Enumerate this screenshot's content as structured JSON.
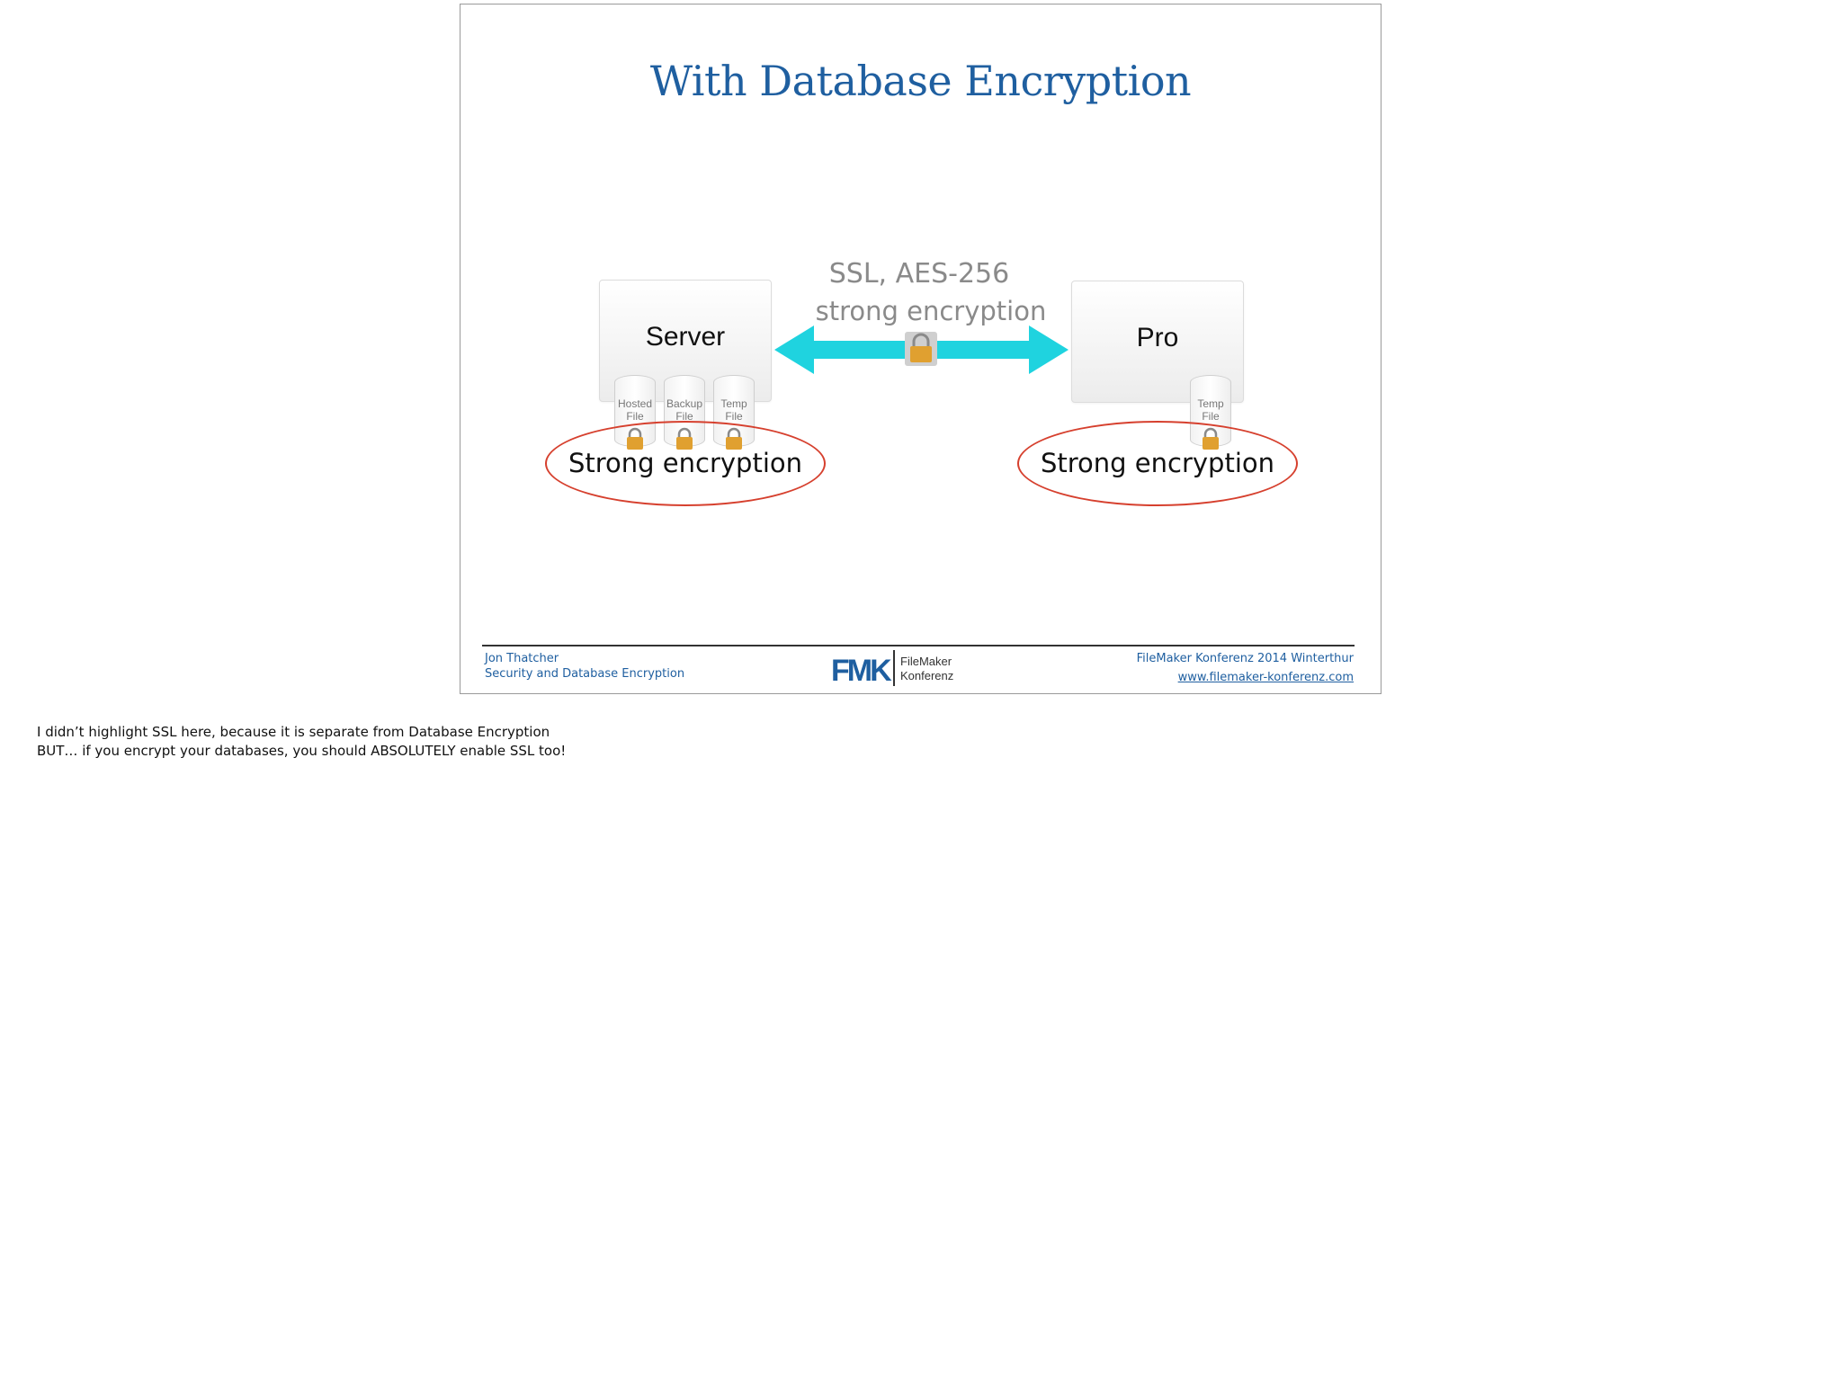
{
  "slide": {
    "title": "With Database Encryption",
    "server_label": "Server",
    "pro_label": "Pro",
    "server_files": [
      {
        "line1": "Hosted",
        "line2": "File"
      },
      {
        "line1": "Backup",
        "line2": "File"
      },
      {
        "line1": "Temp",
        "line2": "File"
      }
    ],
    "pro_file": {
      "line1": "Temp",
      "line2": "File"
    },
    "ssl_line1": "SSL, AES-256",
    "ssl_line2": "strong encryption",
    "server_encryption": "Strong encryption",
    "pro_encryption": "Strong encryption",
    "colors": {
      "title": "#1f5fa0",
      "arrow": "#1fd3df",
      "ellipse": "#d6402e",
      "lock": "#e0a030"
    }
  },
  "footer": {
    "author": "Jon Thatcher",
    "talk": "Security and Database Encryption",
    "logo_mark": "FMK",
    "logo_line1": "FileMaker",
    "logo_line2": "Konferenz",
    "event": "FileMaker Konferenz 2014 Winterthur",
    "url": "www.filemaker-konferenz.com"
  },
  "notes": {
    "line1": "I didn’t highlight SSL here, because it is separate from Database Encryption",
    "line2": "BUT… if you encrypt your databases, you should ABSOLUTELY enable SSL too!"
  }
}
